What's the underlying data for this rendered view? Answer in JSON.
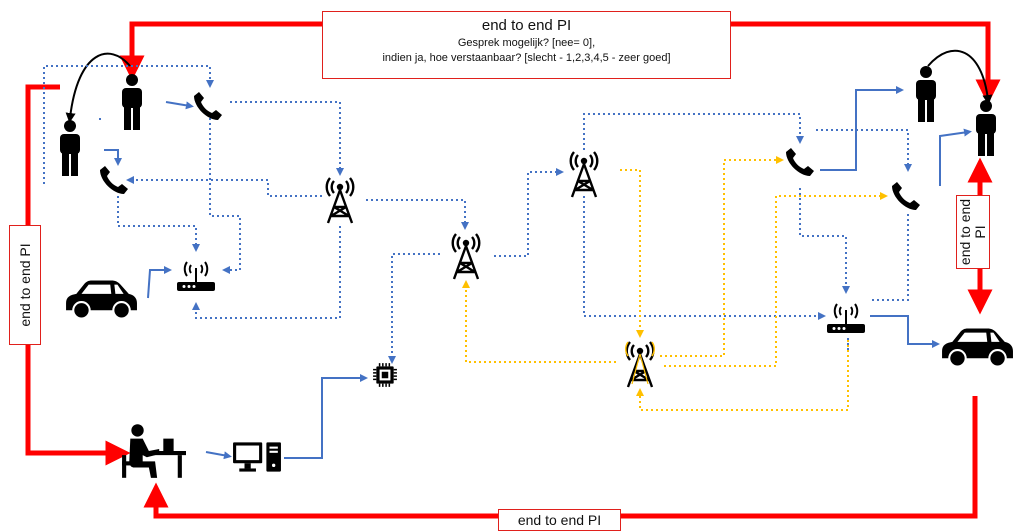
{
  "labels": {
    "top_title": "end to end PI",
    "top_line1": "Gesprek mogelijk? [nee= 0],",
    "top_line2": "indien ja, hoe verstaanbaar? [slecht - 1,2,3,4,5 - zeer goed]",
    "bottom": "end to end PI",
    "left": "end to end PI",
    "right": "end to end PI"
  },
  "colors": {
    "pi_arrow": "#ff0000",
    "network_link": "#4472c4",
    "alt_network_link": "#ffc000",
    "device": "#000000"
  },
  "icons": [
    "person-icon",
    "phone-icon",
    "cell-tower-icon",
    "wifi-router-icon",
    "car-icon",
    "chip-icon",
    "desktop-computer-icon",
    "office-worker-icon"
  ]
}
